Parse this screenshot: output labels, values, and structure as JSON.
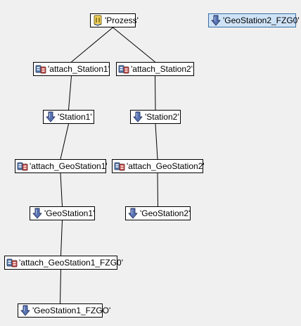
{
  "tree": {
    "nodes": [
      {
        "id": "prozess",
        "label": "'Prozess'",
        "icon": "process-icon"
      },
      {
        "id": "attach_station1",
        "label": "'attach_Station1'",
        "icon": "attach-icon"
      },
      {
        "id": "attach_station2",
        "label": "'attach_Station2'",
        "icon": "attach-icon"
      },
      {
        "id": "station1",
        "label": "'Station1'",
        "icon": "arrow-down-icon"
      },
      {
        "id": "station2",
        "label": "'Station2'",
        "icon": "arrow-down-icon"
      },
      {
        "id": "attach_geostation1",
        "label": "'attach_GeoStation1'",
        "icon": "attach-icon"
      },
      {
        "id": "attach_geostation2",
        "label": "'attach_GeoStation2'",
        "icon": "attach-icon"
      },
      {
        "id": "geostation1",
        "label": "'GeoStation1'",
        "icon": "arrow-down-icon"
      },
      {
        "id": "geostation2",
        "label": "'GeoStation2'",
        "icon": "arrow-down-icon"
      },
      {
        "id": "attach_geostation1_fzg0",
        "label": "'attach_GeoStation1_FZG0'",
        "icon": "attach-icon"
      },
      {
        "id": "geostation1_fzgo",
        "label": "'GeoStation1_FZGO'",
        "icon": "arrow-down-icon"
      },
      {
        "id": "geostation2_fzg0",
        "label": "'GeoStation2_FZG0'",
        "icon": "arrow-down-icon",
        "selected": true
      }
    ],
    "edges": [
      [
        "prozess",
        "attach_station1"
      ],
      [
        "prozess",
        "attach_station2"
      ],
      [
        "attach_station1",
        "station1"
      ],
      [
        "attach_station2",
        "station2"
      ],
      [
        "station1",
        "attach_geostation1"
      ],
      [
        "station2",
        "attach_geostation2"
      ],
      [
        "attach_geostation1",
        "geostation1"
      ],
      [
        "attach_geostation2",
        "geostation2"
      ],
      [
        "geostation1",
        "attach_geostation1_fzg0"
      ],
      [
        "attach_geostation1_fzg0",
        "geostation1_fzgo"
      ]
    ]
  },
  "colors": {
    "background": "#f0f0f0",
    "selected_fill": "#cfe3f7",
    "selected_border": "#3b6ea5"
  }
}
